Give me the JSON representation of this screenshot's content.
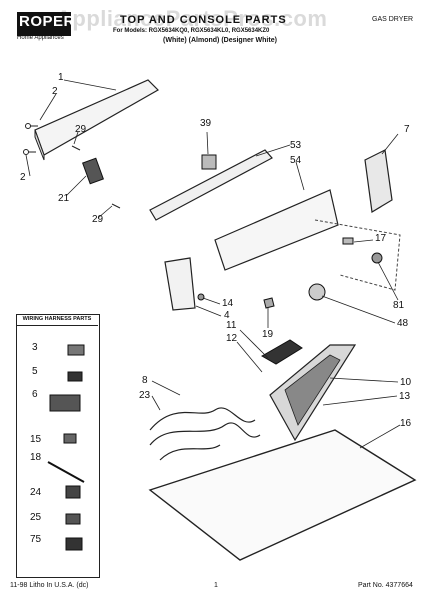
{
  "header": {
    "brand": "ROPER",
    "brand_sub": "Home Appliances",
    "title": "TOP AND CONSOLE PARTS",
    "models": "For Models: RGX5634KQ0, RGX5634KL0, RGX5634KZ0",
    "colors": "(White)        (Almond)   (Designer White)",
    "product": "GAS DRYER"
  },
  "watermark": "AppliancePartsPros.com",
  "footer": {
    "left": "11-98 Litho In U.S.A. (dc)",
    "page": "1",
    "part_no": "Part No. 4377664"
  },
  "inset": {
    "title": "WIRING HARNESS PARTS",
    "labels": [
      "3",
      "5",
      "6",
      "15",
      "18",
      "24",
      "25",
      "75"
    ]
  },
  "callouts": [
    "1",
    "2",
    "2",
    "29",
    "21",
    "29",
    "39",
    "53",
    "54",
    "7",
    "17",
    "81",
    "14",
    "4",
    "19",
    "48",
    "11",
    "12",
    "10",
    "8",
    "23",
    "13",
    "16"
  ],
  "icons": {
    "drawing": "exploded-parts-diagram"
  }
}
